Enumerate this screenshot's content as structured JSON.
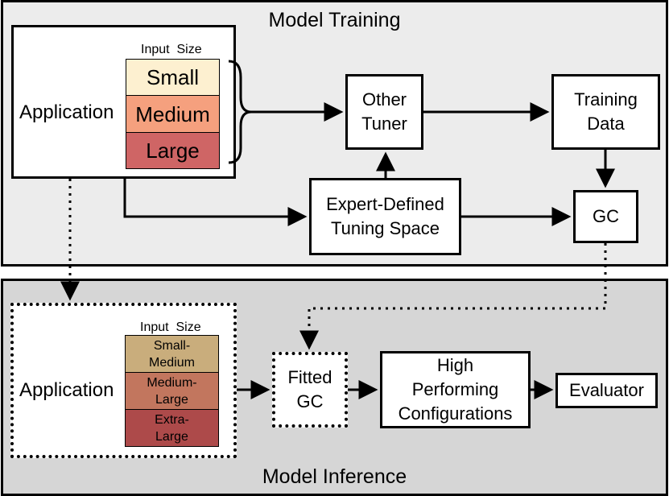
{
  "training": {
    "title": "Model Training",
    "application": {
      "label": "Application",
      "size_header": "Input  Size",
      "sizes": [
        {
          "label": "Small",
          "color": "#fdf0d0"
        },
        {
          "label": "Medium",
          "color": "#f5a07e"
        },
        {
          "label": "Large",
          "color": "#cf6565"
        }
      ]
    },
    "other_tuner": "Other\nTuner",
    "training_data": "Training\nData",
    "tuning_space": "Expert-Defined\nTuning Space",
    "gc": "GC"
  },
  "inference": {
    "title": "Model Inference",
    "application": {
      "label": "Application",
      "size_header": "Input  Size",
      "sizes": [
        {
          "label": "Small-\nMedium",
          "color": "#c9ad7c"
        },
        {
          "label": "Medium-\nLarge",
          "color": "#c2765e"
        },
        {
          "label": "Extra-\nLarge",
          "color": "#ad4a4a"
        }
      ]
    },
    "fitted_gc": "Fitted\nGC",
    "high_performing": "High\nPerforming\nConfigurations",
    "evaluator": "Evaluator"
  },
  "colors": {
    "training_bg": "#ececec",
    "inference_bg": "#d6d6d6"
  }
}
